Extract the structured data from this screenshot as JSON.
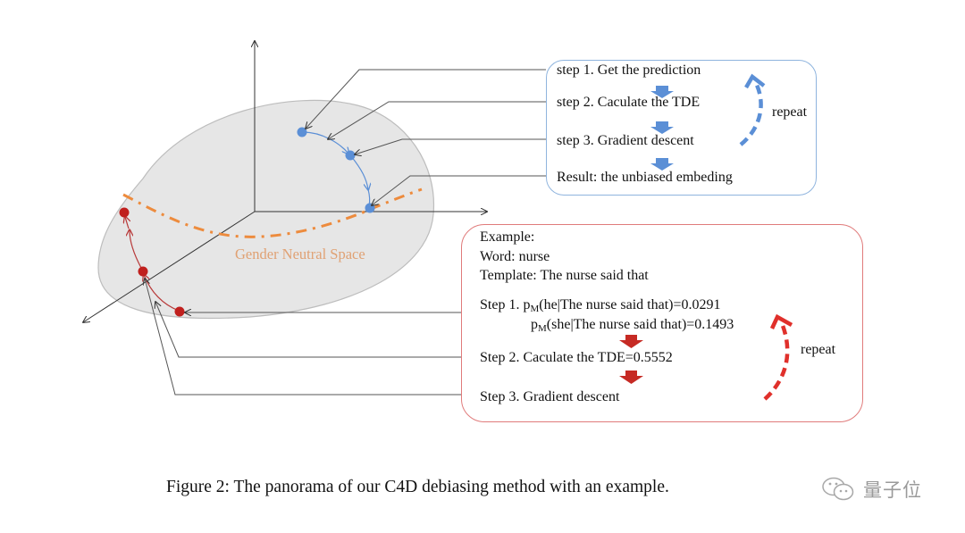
{
  "figure": {
    "caption": "Figure 2: The panorama of our C4D debiasing method with an example.",
    "space_label": "Gender Neutral Space",
    "colors": {
      "blob_fill": "#e6e6e6",
      "blob_stroke": "#bdbdbd",
      "neutral_curve": "#ed8b3d",
      "blue_point": "#5b8fd6",
      "blue_arrow": "#5b8fd6",
      "red_point": "#c0201e",
      "red_arrow": "#d9302c",
      "blue_box_border": "#8fb4de",
      "red_box_border": "#e07b7b",
      "axis": "#333333"
    }
  },
  "process_box": {
    "steps": [
      "step 1. Get the prediction",
      "step 2. Caculate the TDE",
      "step 3. Gradient descent",
      "Result: the unbiased embeding"
    ],
    "repeat_label": "repeat"
  },
  "example_box": {
    "header": "Example:",
    "word": "Word: nurse",
    "template": "Template: The nurse said that",
    "step1_prefix": "Step 1.",
    "step1_line1": {
      "p": "p",
      "sub": "M",
      "text": "(he|The nurse said that)=0.0291"
    },
    "step1_line2": {
      "p": "p",
      "sub": "M",
      "text": "(she|The nurse said that)=0.1493"
    },
    "step2": "Step 2. Caculate the TDE=0.5552",
    "step3": "Step 3. Gradient descent",
    "repeat_label": "repeat"
  },
  "watermark": {
    "text": "量子位",
    "icon": "wechat-icon"
  }
}
